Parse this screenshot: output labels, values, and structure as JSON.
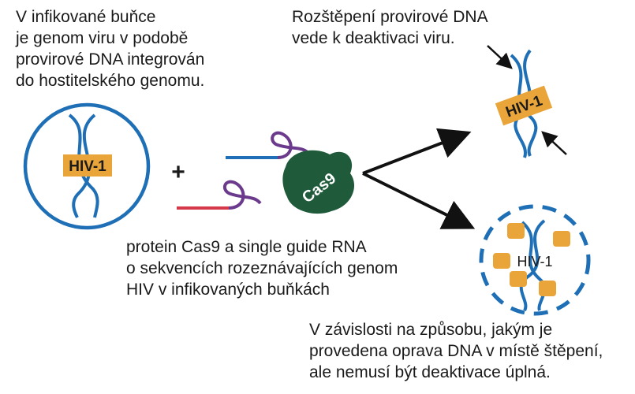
{
  "texts": {
    "infected_cell": [
      "V infikované buňce",
      "je genom viru v podobě",
      "provirové DNA integrován",
      "do hostitelského genomu."
    ],
    "cleavage": [
      "Rozštěpení provirové DNA",
      "vede k deaktivaci viru."
    ],
    "cas9_guide": [
      "protein Cas9 a single guide RNA",
      "o sekvencích rozeznávajících genom",
      "HIV v infikovaných buňkách"
    ],
    "repair": [
      "V závislosti na způsobu, jakým je",
      "provedena oprava DNA v místě štěpení,",
      "ale nemusí být deaktivace úplná."
    ]
  },
  "labels": {
    "hiv_cell": "HIV-1",
    "hiv_cleaved": "HIV-1",
    "hiv_repaired": "HIV-1",
    "plus": "+",
    "cas9": "Cas9"
  },
  "colors": {
    "dna_blue": "#1e6fb5",
    "orange": "#e9a43a",
    "cas9_green": "#1f5a3a",
    "guide_purple": "#6b3a8c",
    "guide_red": "#d63a4a",
    "arrow_black": "#111111"
  }
}
